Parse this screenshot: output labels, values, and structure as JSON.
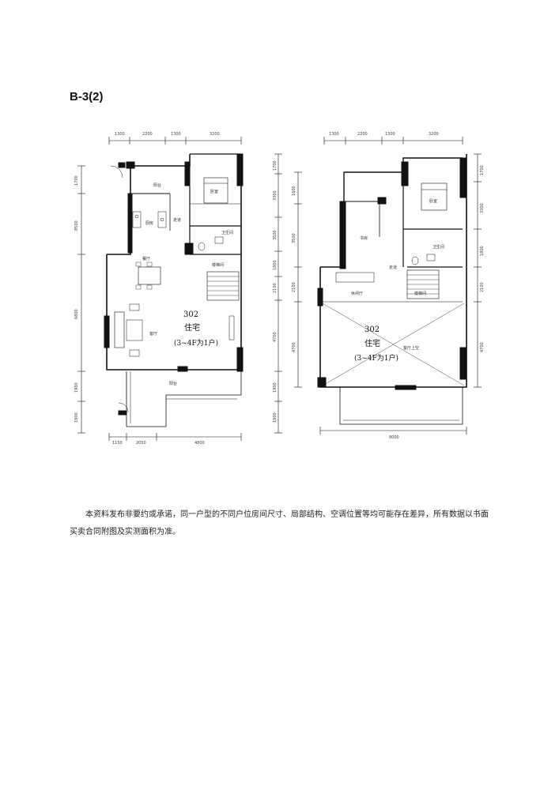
{
  "document": {
    "title": "B-3(2)",
    "disclaimer": "本资料发布非要约或承诺，同一户型的不同户位房间尺寸、局部结构、空调位置等均可能存在差异，所有数据以书面买卖合同附图及实测面积为准。"
  },
  "plan_left": {
    "top_dims": [
      "1300",
      "2200",
      "1300",
      "3200"
    ],
    "left_dims": [
      "1700",
      "8500",
      "6800",
      "1900",
      "1900"
    ],
    "right_dims": [
      "1700",
      "3300",
      "3500",
      "1800",
      "2100",
      "4700",
      "1900",
      "1900"
    ],
    "bottom_dims": [
      "1150",
      "2050",
      "4800"
    ],
    "rooms": {
      "balcony_top": "阳台",
      "bedroom": "卧室",
      "kitchen": "厨房",
      "corridor": "走道",
      "bathroom": "卫生间",
      "dining": "餐厅",
      "stair": "楼梯间",
      "living": "客厅",
      "balcony_bottom": "阳台"
    },
    "unit_no": "302",
    "unit_type": "住宅",
    "unit_floors": "(3~4F为1户)"
  },
  "plan_right": {
    "top_dims": [
      "1300",
      "2200",
      "1300",
      "3200"
    ],
    "right_dims": [
      "1700",
      "3300",
      "1800",
      "2100",
      "4700"
    ],
    "left_dims": [
      "1600",
      "3500",
      "2100",
      "4700"
    ],
    "bottom_dims": [
      "8000"
    ],
    "rooms": {
      "bedroom": "卧室",
      "study": "书房",
      "corridor": "走道",
      "bathroom": "卫生间",
      "family": "休闲厅",
      "stair": "楼梯间",
      "void": "客厅上空"
    },
    "unit_no": "302",
    "unit_type": "住宅",
    "unit_floors": "(3~4F为1户)"
  }
}
